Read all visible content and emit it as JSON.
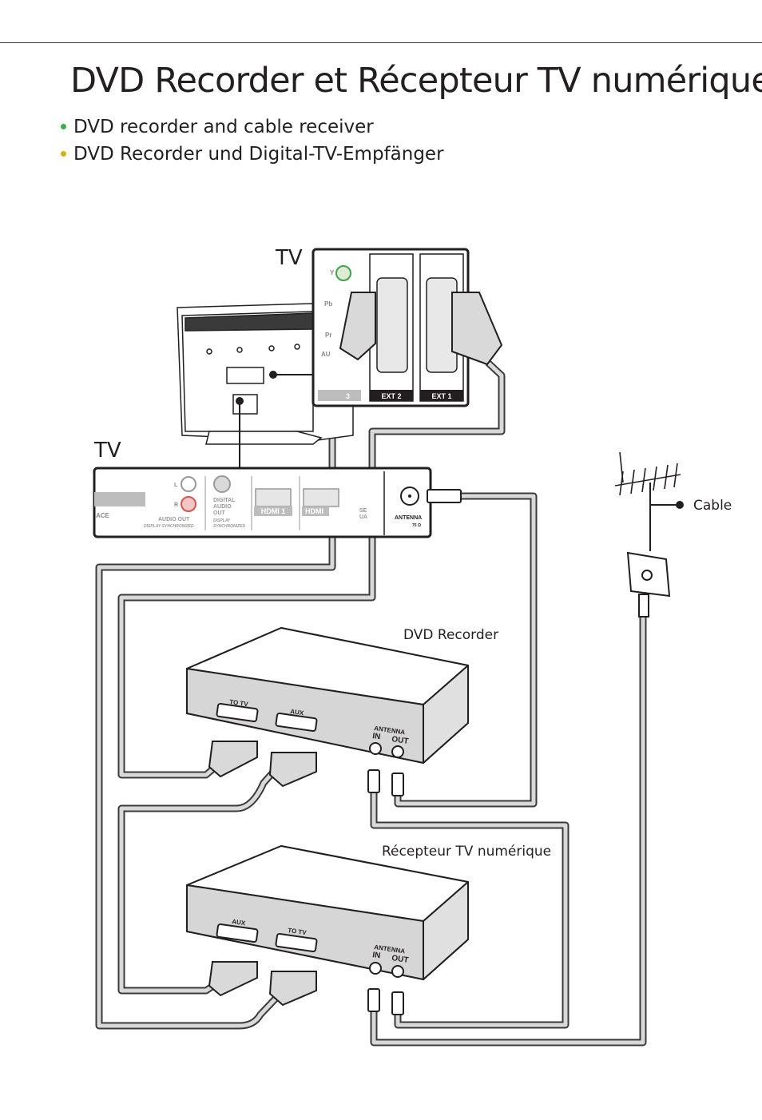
{
  "colors": {
    "bullet_1": "#3fae49",
    "bullet_2": "#d6b01a",
    "line": "#231f20",
    "cable_fill": "#d9d9d9"
  },
  "page": {
    "title": "DVD Recorder et Récepteur TV numérique",
    "bullets": [
      {
        "text": "DVD recorder and cable receiver"
      },
      {
        "text": "DVD Recorder und Digital-TV-Empfänger"
      }
    ]
  },
  "diagram": {
    "tv_label_top": "TV",
    "tv_label_side": "TV",
    "cable_label": "Cable",
    "dvd_recorder_label": "DVD Recorder",
    "receiver_label": "Récepteur TV numérique",
    "tv_back_panel": {
      "component_y": "Y",
      "component_pb": "Pb",
      "component_pr": "Pr",
      "audio_partial": "AU",
      "ext3_fragment": "3",
      "ext2": "EXT 2",
      "ext1": "EXT 1"
    },
    "tv_side_panel": {
      "interface_fragment": "ACE",
      "audio_l": "L",
      "audio_r": "R",
      "audio_out": "AUDIO OUT",
      "display_sync_1": "DISPLAY SYNCHRONIZED",
      "digital_audio_out_1": "DIGITAL",
      "digital_audio_out_2": "AUDIO",
      "digital_audio_out_3": "OUT",
      "display_sync_2a": "DISPLAY",
      "display_sync_2b": "SYNCHRONIZED",
      "hdmi1": "HDMI 1",
      "hdmi2_fragment": "HDMI",
      "service_fragment_1": "SE",
      "service_fragment_2": "UA",
      "antenna": "ANTENNA",
      "antenna_ohm": "75 Ω"
    },
    "dvd_recorder_panel": {
      "scart_1": "TO TV",
      "scart_2": "AUX",
      "antenna": "ANTENNA",
      "in": "IN",
      "out": "OUT"
    },
    "receiver_panel": {
      "scart_1": "AUX",
      "scart_2": "TO TV",
      "antenna": "ANTENNA",
      "in": "IN",
      "out": "OUT"
    }
  }
}
